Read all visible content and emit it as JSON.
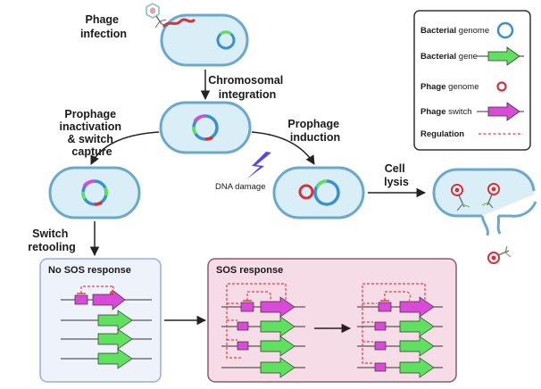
{
  "labels": {
    "phage_infection": [
      "Phage",
      "infection"
    ],
    "chromosomal_integration": [
      "Chromosomal",
      "integration"
    ],
    "prophage_inactivation": [
      "Prophage",
      "inactivation",
      "& switch",
      "capture"
    ],
    "prophage_induction": [
      "Prophage",
      "induction"
    ],
    "dna_damage": "DNA damage",
    "cell_lysis": [
      "Cell",
      "lysis"
    ],
    "switch_retooling": [
      "Switch",
      "retooling"
    ],
    "no_sos_response": "No SOS response",
    "sos_response": "SOS response"
  },
  "legend": {
    "items": [
      {
        "bold": "Bacterial",
        "rest": " genome",
        "icon": "blue-ring-icon"
      },
      {
        "bold": "Bacterial",
        "rest": " gene",
        "icon": "green-arrow-icon"
      },
      {
        "bold": "Phage",
        "rest": " genome",
        "icon": "red-ring-icon"
      },
      {
        "bold": "Phage",
        "rest": " switch",
        "icon": "magenta-arrow-icon"
      },
      {
        "bold": "Regulation",
        "rest": "",
        "icon": "dashed-line-icon"
      }
    ]
  },
  "colors": {
    "cell_fill": "#d9eef7",
    "cell_stroke": "#6ba8cc",
    "bacterial_genome": "#3b8fd0",
    "bacterial_gene": "#5fe05f",
    "phage_genome": "#d9303c",
    "phage_switch": "#d94ad9",
    "regulation": "#e0404a",
    "no_sos_fill": "#edf2fb",
    "sos_fill": "#f6dce6",
    "lightning": "#5a45e0"
  }
}
